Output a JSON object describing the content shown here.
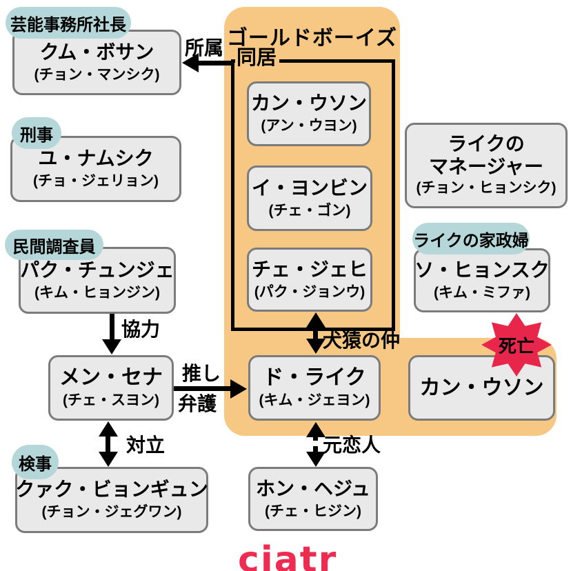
{
  "brand": {
    "logo": "ciatr",
    "logo_color": "#EE2B50"
  },
  "colors": {
    "group_bg": "#F6C883",
    "badge_bg": "#B5D7D9",
    "death_red": "#E8254B",
    "box_fill": "#E9E9E9",
    "box_border": "#7B7B7B"
  },
  "group": {
    "title": "ゴールドボーイズ",
    "cohabit_label": "同居"
  },
  "badges": {
    "agency_president": "芸能事務所社長",
    "detective": "刑事",
    "private_investigator": "民間調査員",
    "raik_housekeeper": "ライクの家政婦",
    "prosecutor": "検事"
  },
  "boxes": {
    "kum_bosan": {
      "name": "クム・ボサン",
      "sub": "(チョン・マンシク)"
    },
    "yu_namsik": {
      "name": "ユ・ナムシク",
      "sub": "(チョ・ジェリョン)"
    },
    "park_chunje": {
      "name": "パク・チュンジェ",
      "sub": "(キム・ヒョンジン)"
    },
    "men_sena": {
      "name": "メン・セナ",
      "sub": "(チェ・スヨン)"
    },
    "kwak_byongyun": {
      "name": "クァク・ビョンギュン",
      "sub": "(チョン・ジェグワン)"
    },
    "kang_wuson": {
      "name": "カン・ウソン",
      "sub": "(アン・ウヨン)"
    },
    "i_yongbin": {
      "name": "イ・ヨンビン",
      "sub": "(チェ・ゴン)"
    },
    "che_jehi": {
      "name": "チェ・ジェヒ",
      "sub": "(パク・ジョンウ)"
    },
    "do_raik": {
      "name": "ド・ライク",
      "sub": "(キム・ジェヨン)"
    },
    "hong_heju": {
      "name": "ホン・ヘジュ",
      "sub": "(チェ・ヒジン)"
    },
    "raik_manager": {
      "name_line1": "ライクの",
      "name_line2": "マネージャー",
      "sub": "(チョン・ヒョンシク)"
    },
    "so_hyonsuk": {
      "name": "ソ・ヒョンスク",
      "sub": "(キム・ミファ)"
    },
    "kang_wuson_dead": {
      "name": "カン・ウソン"
    }
  },
  "relations": {
    "affiliation": "所属",
    "cooperation": "協力",
    "oshi": "推し",
    "defense": "弁護",
    "conflict": "対立",
    "cats_and_dogs": "犬猿の仲",
    "ex_lovers": "元恋人"
  },
  "burst": {
    "death": "死亡"
  }
}
